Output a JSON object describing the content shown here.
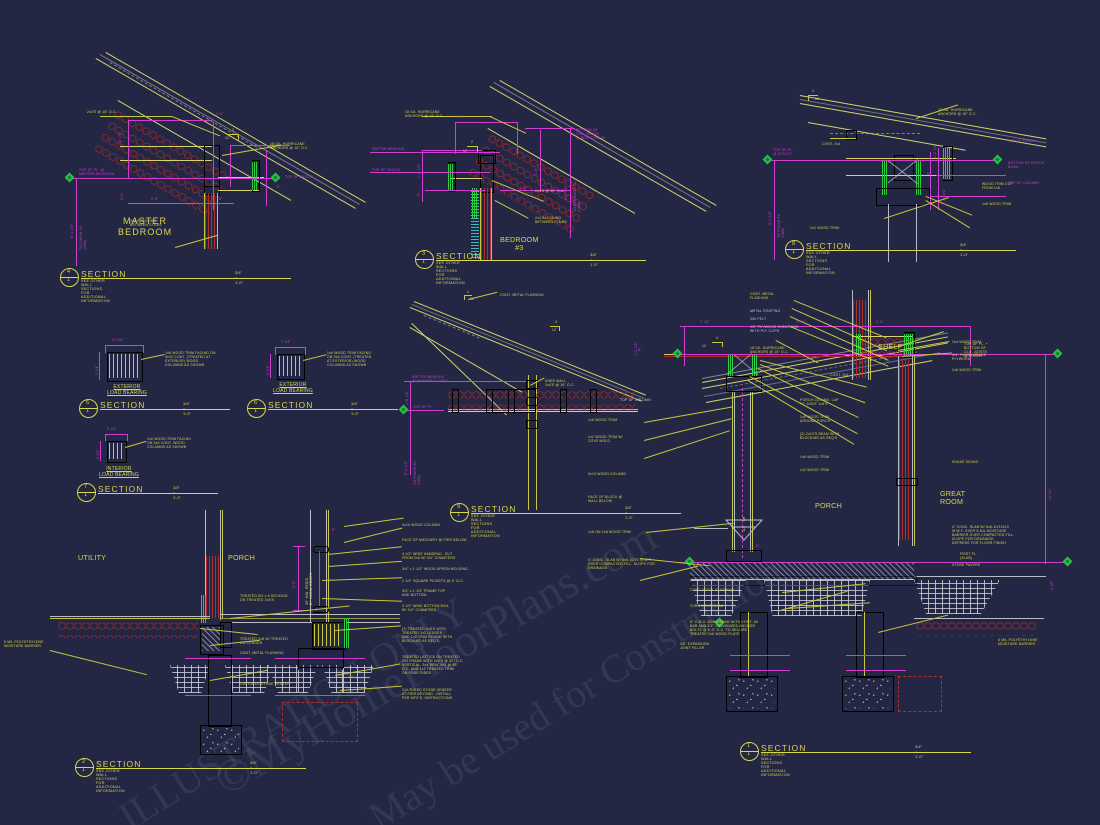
{
  "sheet": {
    "background_color": "#232744",
    "accent_yellow": "#d8d84a",
    "accent_magenta": "#d13cd1",
    "accent_cyan": "#35bdbd",
    "accent_red": "#b52a2a",
    "accent_green": "#2ecc40",
    "watermark_line1": "©MyHomeFloorPlans.com",
    "watermark_line2": "ILLUSTRATION ONLY",
    "watermark_line3": "May be used for Construction"
  },
  "common": {
    "section_title": "SECTION",
    "section_subtitle": "SEE OTHER WALL SECTIONS FOR ADDITIONAL INFORMATION",
    "scale": "3/4\" = 1'-0\"",
    "sheet_number": "1"
  },
  "details": [
    {
      "id": "sec4",
      "tag_number": "4",
      "tag_sheet": "1",
      "title": "SECTION",
      "subtitle": "SEE OTHER WALL SECTIONS FOR ADDITIONAL INFORMATION",
      "scale": "3/4\" = 1'-0\"",
      "room_label": "MASTER\nBEDROOM",
      "notes": [
        "2x4'S @ 16\" O.C.",
        "18 GA. HURRICANE\nANCHORS @ 16\" O.C.",
        "2x4 BLOCKING\nBETWEEN STUDS"
      ],
      "levels": [
        "TOP OF PL. @\nMASTER BEDROOM",
        "TOP OF FASCIA"
      ],
      "dims": [
        "1'-0\"",
        "1'-8 1/2\"",
        "2'-0\"",
        "2'-8\"",
        "8\"",
        "8'-1 1/2\"",
        "TO FINISH FL.\n(SUB)"
      ]
    },
    {
      "id": "sec3",
      "tag_number": "3",
      "tag_sheet": "1",
      "title": "SECTION",
      "subtitle": "SEE OTHER WALL SECTIONS FOR ADDITIONAL INFORMATION",
      "scale": "3/4\" = 1'-0\"",
      "room_label": "BEDROOM\n#3",
      "notes": [
        "18 GA. HURRICANE\nANCHORS @ 16\" O.C.",
        "2x4 BLOCKING\nBETWEEN STUDS",
        "2x4'S @ 16\" O.C."
      ],
      "levels": [
        "RAFTER BEARING",
        "TOP OF FASCIA",
        "BOTTOM OF\nCLG. JOISTS\n@ BEDROOM #3"
      ],
      "dims": [
        "1'-0\"",
        "1'-8 1/2\"",
        "8\"",
        "2'-8\"",
        "1'-6\"",
        "8'-1 1/2\"",
        "TO BEDROOM FL.\n(SUB)"
      ]
    },
    {
      "id": "sec8",
      "tag_number": "8",
      "tag_sheet": "1",
      "title": "SECTION",
      "subtitle": "SEE OTHER WALL SECTIONS FOR ADDITIONAL INFORMATION",
      "scale": "3/4\" = 1'-0\"",
      "room_label": "",
      "notes": [
        "18 GA. HURRICANE\nANCHORS @ 16\" O.C.",
        "CONT. 2x4",
        "1x2 WOOD TRIM",
        "WOOD TRIM CUT\nFROM 1x8",
        "1x8 WOOD TRIM"
      ],
      "levels": [
        "TOP OF PL.\n@ UTILITY",
        "TOP OF FASCIA",
        "BOTTOM OF PORCH\nBEAM",
        "TOP OF COLUMN"
      ],
      "dims": [
        "8\"",
        "1'-2 1/2\"",
        "1'-10 1/2\"",
        "9'-1 1/2\"",
        "TO FINISH FL.\n(SUB)",
        "4",
        "12"
      ]
    },
    {
      "id": "sec5",
      "tag_number": "5",
      "tag_sheet": "1",
      "title": "SECTION",
      "subtitle": "",
      "scale": "3/4\" = 1'-0\"",
      "caption": "EXTERIOR\nLOAD BEARING",
      "note": "1x6 WOOD TRIM FACING ON\n3x10 CONT. (TREATED AT\nEXTERIOR) WOOD\nCOLUMNS AS SHOWN",
      "dims": [
        "11 1/4\"",
        "5 1/4\""
      ]
    },
    {
      "id": "sec6",
      "tag_number": "6",
      "tag_sheet": "1",
      "title": "SECTION",
      "subtitle": "",
      "scale": "3/4\" = 1'-0\"",
      "caption": "EXTERIOR\nLOAD BEARING",
      "note": "1x6 WOOD TRIM FACING\nON 3x6 CONT. (TREATED\nAT EXTERIOR) WOOD\nCOLUMNS AS SHOWN",
      "dims": [
        "7 1/4\"",
        "5 1/4\""
      ]
    },
    {
      "id": "sec7",
      "tag_number": "7",
      "tag_sheet": "1",
      "title": "SECTION",
      "subtitle": "",
      "scale": "3/4\" = 1'-0\"",
      "caption": "INTERIOR\nLOAD BEARING",
      "note": "1x6 WOOD TRIM FACING\nON 3x4 CONT. WOOD\nCOLUMNS AS SHOWN",
      "dims": [
        "5 1/2\"",
        "5 1/2\""
      ]
    },
    {
      "id": "sec9",
      "tag_number": "9",
      "tag_sheet": "1",
      "title": "SECTION",
      "subtitle": "SEE OTHER WALL SECTIONS FOR ADDITIONAL INFORMATION",
      "scale": "3/4\" = 1'-0\"",
      "notes": [
        "CONT. METAL FLASHING",
        "KNEE WALL\n2x4'S @ 16\" O.C."
      ],
      "levels": [
        "RAFTER BEARING\n@ MASTER CLOSET",
        "TOP OF PL."
      ],
      "dims": [
        "1'-8 1/2\"",
        "8'-1 1/2\"",
        "TO FINISH FL.\n(SUB)",
        "4",
        "12"
      ]
    },
    {
      "id": "sec2",
      "tag_number": "2",
      "tag_sheet": "1",
      "title": "SECTION",
      "subtitle": "SEE OTHER WALL SECTIONS FOR ADDITIONAL INFORMATION",
      "scale": "3/4\" = 1'-0\"",
      "room_labels": [
        "UTILITY",
        "PORCH"
      ],
      "notes_left": [
        "6 MIL POLYETHYLENE\nMOISTURE BARRIER"
      ],
      "notes_center": [
        "TREATED 5/4 x 6 DECKING\nON TREATED 2x8'S",
        "TREATED 2x8 W/ TREATED\n2x2 LEDGER",
        "CONT. METAL FLASHING",
        "CULTURED STONE VENEER"
      ],
      "notes_right": [
        "3x10 WOOD COLUMN",
        "FACE OF MASONRY @ PIER BELOW",
        "4 1/2\" WIDE HANDRAIL  CUT\nFROM 2x6 W/ 3/4\" CHAMFERS",
        "3/4\" x 1 1/2\" WOOD APRON MOLDING",
        "1 1/4\" SQUARE PICKETS @ 5\" O.C.",
        "3/4\" x 1 1/4\" FRAME TOP\nAND BOTTOM",
        "3 1/2\" WIDE BOTTOM RAIL\nW/ 3/4\" CHAMFERS",
        "(2) TREATED 2x8'S WITH\nTREATED 2x2 LEDGER\nAND 1x2 TRIM ROUND WITH\nBLOCKING AS REQ'D.",
        "TREATED LATTICE ON TREATED\n2x4 FRAME WITH 2x4'S @ 32\" O.C.\nVERTICAL, 2x4 BRACING @ 48\"\nO.C. AND 1x2 TREATED TRIM\nON FOUR SIDES",
        "CULTURED STONE VENEER\nAT PIER BEYOND.  INSTALL\nPER MFG'S. INSTRUCTIONS"
      ],
      "dims": [
        "8\"",
        "3'-6\"",
        "36\" MIN. REQ'D.\nBY LOCAL CODES"
      ]
    },
    {
      "id": "sec1",
      "tag_number": "1",
      "tag_sheet": "1",
      "title": "SECTION",
      "subtitle": "SEE OTHER WALL SECTIONS FOR ADDITIONAL INFORMATION",
      "scale": "3/4\" = 1'-0\"",
      "room_labels": [
        "SHELF",
        "PORCH",
        "GREAT\nROOM"
      ],
      "notes_roof": [
        "CONT. METAL\nFLASHING",
        "METAL ROOFING",
        "30# FELT",
        "1/2\" PLYWOOD SHEATHING\nWITH PLY CLIPS",
        "18 GA. HURRICANE\nANCHORS @ 16\" O.C.",
        "CONT. 2x4"
      ],
      "notes_right": [
        "1x4 WOOD TRIM",
        "3/4\" FINISH GRADE\nPLYWOOD",
        "1x6 WOOD TRIM",
        "SHAKE SIDING",
        "4\" CONC. SLAB W/ 6x6-10/10x10\nW.W.F. OVER 6 MIL MOISTURE\nBARRIER OVER COMPACTED FILL.\nSLOPE FOR DRAINAGE.\nDEPRESS FOR FLOOR FINISH",
        "STONE PAVERS",
        "6 MIL POLYETHYLENE\nMOISTURE BARRIER"
      ],
      "notes_center": [
        "PORCH CEILING: LAP\n\"V\" JOINT 1x6'S",
        "1x6 WOOD TRIM\nAROUND PORCH",
        "(2) 2x10'S BEAM WITH\nBLOCKING AS REQ'D",
        "1x6 WOOD TRIM",
        "1x2 WOOD TRIM"
      ],
      "notes_left": [
        "1x6 WOOD TRIM",
        "1x2 WOOD TRIM W/\nCOVE MOLD",
        "3x10 WOOD COLUMN",
        "FACE OF BLOCK @\nWALL BELOW",
        "1x6 ON 1x8 WOOD TRIM",
        "4\" CONC. SLAB W/ 6x6-10/10 W.W.F.\nOVER COMPACTED FILL. SLOPE FOR\nDRAINAGE.",
        "3/8\" EXPANSION\nJOINT FILLER"
      ],
      "notes_foundation": [
        "CONT. METAL FLASHING",
        "TURN DOWN SLAB",
        "8\" C.M.U. BOND BEAM WITH CONT. #5\nBAR AND 1/2\" GALVANIZED ANCHOR\nBOLTS @ 6'-0\" O.C. TO SECURE\nTREATED 2x6 WOOD PLATE"
      ],
      "levels": [
        "TOP OF COLUMN",
        "TOP OF PL. +\nBOTTOM OF\nCLG. JOISTS\n@ PORCH",
        "FIRST FL.\n(SLAB)"
      ],
      "dims": [
        "7'-10\"",
        "9'-10\"",
        "2'-8\"",
        "8\"",
        "1'-2 1/2\"",
        "10'-10\"",
        "8\"",
        "3 1/2\"",
        "4",
        "12"
      ],
      "embedded_tag": {
        "number": "5",
        "sheet": "1"
      }
    }
  ]
}
